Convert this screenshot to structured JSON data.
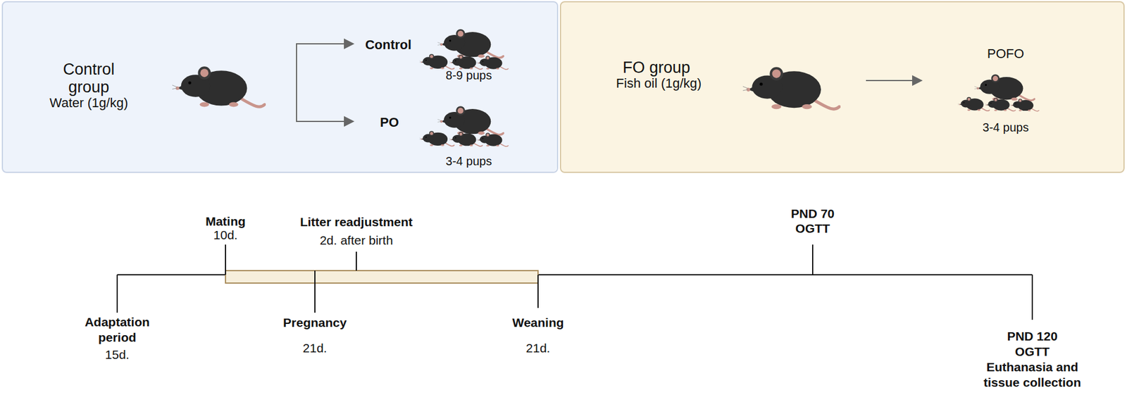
{
  "diagram": {
    "nodes": [
      {
        "text": [
          "Control group",
          "Water (1g/kg)"
        ]
      },
      {
        "text": [
          "Control",
          "8-9 pups"
        ],
        "in": 0
      },
      {
        "text": [
          "PO",
          "3-4 pups"
        ],
        "in": 0
      },
      {
        "text": [
          "FO group",
          "Fish oil (1g/kg)"
        ]
      },
      {
        "text": [
          "POFO",
          "3-4 pups"
        ],
        "in": 3
      }
    ],
    "labels": [
      "Mating",
      "10d.",
      "Litter readjustment",
      "2d. after birth",
      "PND 70",
      "OGTT",
      "Adaptation period",
      "15d.",
      "Pregnancy",
      "21d.",
      "Weaning",
      "21d.",
      "PND 120",
      "OGTT",
      "Euthanasia and tissue collection"
    ]
  }
}
